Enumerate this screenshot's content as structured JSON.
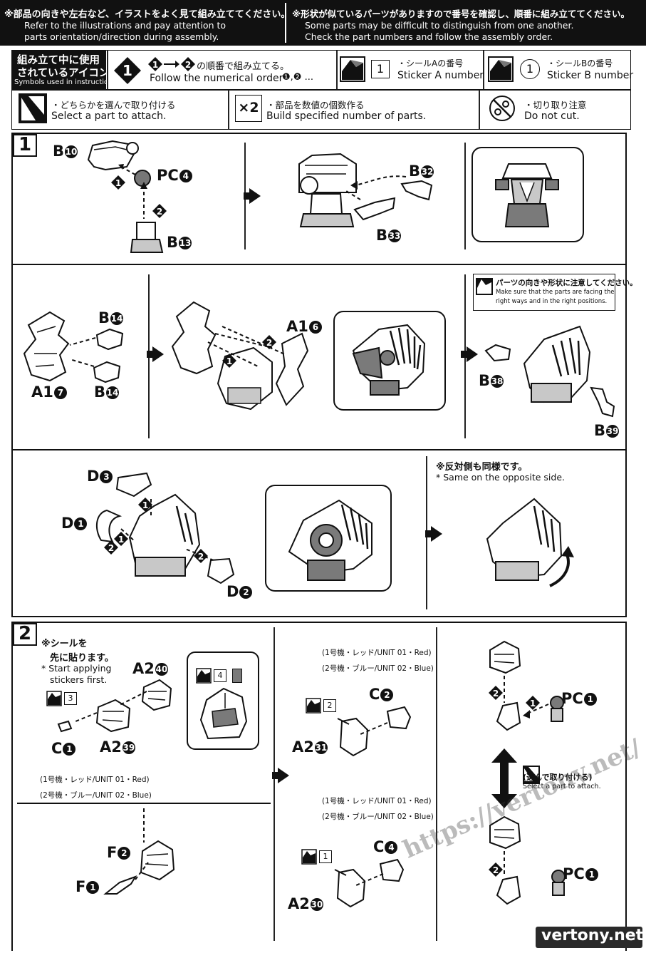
{
  "header": {
    "left_jp": "※部品の向きや左右など、イラストをよく見て組み立ててください。",
    "left_en1": "Refer to the illustrations and pay attention to",
    "left_en2": "parts orientation/direction during assembly.",
    "right_jp": "※形状が似ているパーツがありますので番号を確認し、順番に組み立ててください。",
    "right_en1": "Some parts may be difficult to distinguish from one another.",
    "right_en2": "Check the part numbers and follow the assembly order."
  },
  "symbols": {
    "title_jp1": "組み立て中に使用",
    "title_jp2": "されているアイコン",
    "title_en": "Symbols used in instructions",
    "order_jp": "の順番で組み立てる。",
    "order_en": "Follow the numerical order",
    "sticker_a_num": "1",
    "sticker_a_jp": "・シールAの番号",
    "sticker_a_en": "Sticker A number",
    "sticker_b_num": "1",
    "sticker_b_jp": "・シールBの番号",
    "sticker_b_en": "Sticker B number",
    "select_jp": "・どちらかを選んで取り付ける",
    "select_en": "Select a part to attach.",
    "multiply_label": "×2",
    "multiply_jp": "・部品を数値の個数作る",
    "multiply_en": "Build specified number of parts.",
    "nocut_jp": "・切り取り注意",
    "nocut_en": "Do not cut."
  },
  "step1": {
    "number": "1",
    "row1": {
      "b10": "B",
      "b10n": "10",
      "pc4": "PC",
      "pc4n": "4",
      "b13": "B",
      "b13n": "13",
      "b32": "B",
      "b32n": "32",
      "b33": "B",
      "b33n": "33"
    },
    "row2": {
      "b14a": "B",
      "b14an": "14",
      "b14b": "B",
      "b14bn": "14",
      "a17": "A1",
      "a17n": "7",
      "a16": "A1",
      "a16n": "6",
      "b38": "B",
      "b38n": "38",
      "b39": "B",
      "b39n": "39",
      "note_jp": "パーツの向きや形状に注意してください。",
      "note_en1": "Make sure that the parts are facing the",
      "note_en2": "right ways and in the right positions."
    },
    "row3": {
      "d3": "D",
      "d3n": "3",
      "d1": "D",
      "d1n": "1",
      "d2": "D",
      "d2n": "2",
      "same_jp": "※反対側も同様です。",
      "same_en": "* Same on the opposite side."
    }
  },
  "step2": {
    "number": "2",
    "sticker_first_jp1": "※シールを",
    "sticker_first_jp2": "先に貼ります。",
    "sticker_first_en1": "* Start applying",
    "sticker_first_en2": "stickers first.",
    "a240": "A2",
    "a240n": "40",
    "a239": "A2",
    "a239n": "39",
    "c1": "C",
    "c1n": "1",
    "sticker3": "3",
    "sticker4": "4",
    "sticker2": "2",
    "sticker1": "1",
    "unit1": "(1号機・レッド/UNIT 01・Red)",
    "unit2": "(2号機・ブルー/UNIT 02・Blue)",
    "c2": "C",
    "c2n": "2",
    "a231": "A2",
    "a231n": "31",
    "c4": "C",
    "c4n": "4",
    "a230": "A2",
    "a230n": "30",
    "f2": "F",
    "f2n": "2",
    "f1": "F",
    "f1n": "1",
    "pc1a": "PC",
    "pc1an": "1",
    "pc1b": "PC",
    "pc1bn": "1",
    "select_jp": "(選んで取り付ける)",
    "select_en": "Select a part to attach."
  },
  "watermark": {
    "url": "https://vertony.net/",
    "site": "vertony.net"
  },
  "colors": {
    "ink": "#111111",
    "gray": "#7a7a7a",
    "light": "#c8c8c8"
  }
}
